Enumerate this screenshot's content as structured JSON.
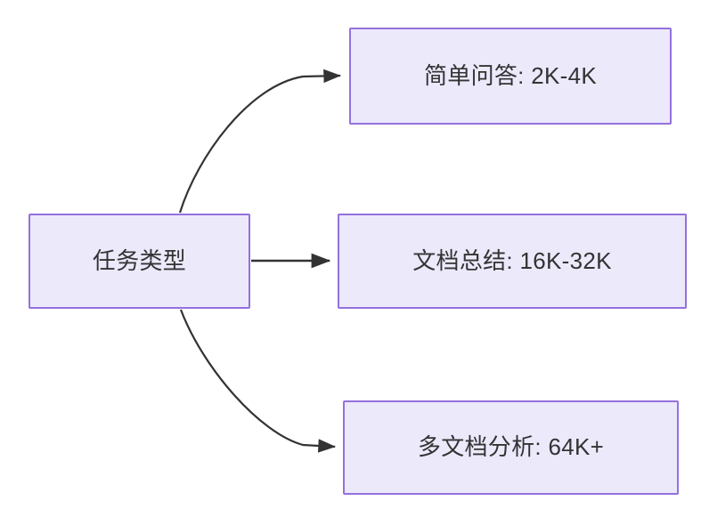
{
  "diagram": {
    "type": "flowchart",
    "direction": "left-to-right",
    "background_color": "#ffffff",
    "node_fill_color": "#ece9fb",
    "node_border_color": "#9471dd",
    "node_text_color": "#333333",
    "edge_color": "#333333",
    "root": {
      "id": "root",
      "label": "任务类型"
    },
    "children": [
      {
        "id": "child-0",
        "label": "简单问答: 2K-4K",
        "task": "简单问答",
        "range": "2K-4K"
      },
      {
        "id": "child-1",
        "label": "文档总结: 16K-32K",
        "task": "文档总结",
        "range": "16K-32K"
      },
      {
        "id": "child-2",
        "label": "多文档分析: 64K+",
        "task": "多文档分析",
        "range": "64K+"
      }
    ],
    "edges": [
      {
        "id": "edge-root-child-0",
        "from": "任务类型",
        "to": "简单问答: 2K-4K",
        "style": "curved-arrow"
      },
      {
        "id": "edge-root-child-1",
        "from": "任务类型",
        "to": "文档总结: 16K-32K",
        "style": "straight-arrow"
      },
      {
        "id": "edge-root-child-2",
        "from": "任务类型",
        "to": "多文档分析: 64K+",
        "style": "curved-arrow"
      }
    ]
  }
}
